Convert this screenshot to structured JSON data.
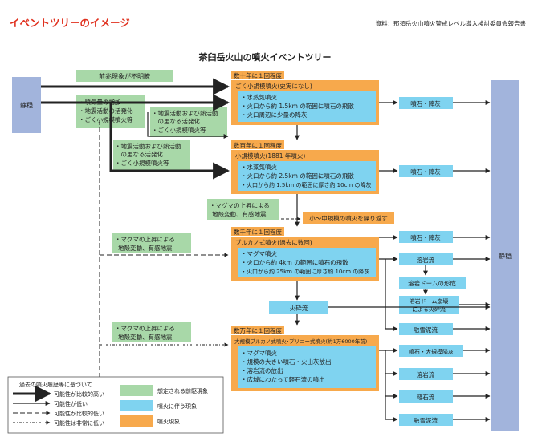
{
  "header": {
    "image_title": "イベントツリーのイメージ",
    "source": "資料：那須岳火山噴火警戒レベル導入検討委員会報告書"
  },
  "diagram_title": "茶臼岳火山の噴火イベントツリー",
  "start_node": "静穏",
  "end_node": "静穏",
  "labels": {
    "unclear": "前兆現象が不明瞭",
    "precursor_1": [
      "・噴気量の増加",
      "・地震活動の活発化",
      "・ごく小規模噴火等"
    ],
    "precursor_2": [
      "・地震活動および熱活動",
      "　の更なる活発化",
      "・ごく小規模噴火等"
    ],
    "precursor_3": [
      "・地震活動および熱活動",
      "　の更なる活発化",
      "・ごく小規模噴火等"
    ],
    "magma_1": [
      "・マグマの上昇による",
      "地殻変動、有感地震"
    ],
    "magma_2": [
      "・マグマの上昇による",
      "地殻変動、有感地震"
    ],
    "magma_3": [
      "・マグマの上昇による",
      "地殻変動、有感地震"
    ],
    "repeat_note": "小〜中規模の噴火を繰り返す"
  },
  "eruptions": [
    {
      "freq": "数十年に１回程度",
      "name": "ごく小規模噴火(史実になし)",
      "details": [
        "・水蒸気噴火",
        "・火口から約 1.5km の範囲に噴石の飛散",
        "・火口周辺に少量の降灰"
      ]
    },
    {
      "freq": "数百年に１回程度",
      "name": "小規模噴火(1881 年噴火)",
      "details": [
        "・水蒸気噴火",
        "・火口から約 2.5km の範囲に噴石の飛散",
        "・火口から約 1.5km の範囲に厚さ約 10cm の降灰"
      ]
    },
    {
      "freq": "数千年に１回程度",
      "name": "ブルカノ式噴火(過去に数回)",
      "details": [
        "・マグマ噴火",
        "・火口から約 4km の範囲に噴石の飛散",
        "・火口から約 25km の範囲に厚さ約 10cm の降灰"
      ]
    },
    {
      "freq": "数万年に１回程度",
      "name": "大規模ブルカノ式噴火･プリニー式噴火(約1万6000年前)",
      "details": [
        "・マグマ噴火",
        "・規模の大きい噴石・火山灰放出",
        "・溶岩流の放出",
        "・広域にわたって軽石流の噴出"
      ]
    }
  ],
  "phenomena": {
    "ash_1": "噴石・降灰",
    "ash_2": "噴石・降灰",
    "ash_3": "噴石・降灰",
    "lava_3": "溶岩流",
    "dome": "溶岩ドームの形成",
    "dome_collapse": [
      "溶岩ドーム崩壊",
      "による火砕流"
    ],
    "pyroclastic": "火砕流",
    "lahar_3": "融雪泥流",
    "large_ash": "噴石・大規模降灰",
    "lava_4": "溶岩流",
    "pumice": "軽石流",
    "lahar_4": "融雪泥流"
  },
  "legend": {
    "title": "過去の噴火履歴等に基づいて",
    "line_items": [
      "可能性が比較的高い",
      "可能性が低い",
      "可能性が比較的低い",
      "可能性は非常に低い"
    ],
    "color_items": [
      "想定される前駆現象",
      "噴火に伴う現象",
      "噴火現象"
    ]
  },
  "colors": {
    "green": "#a8d8a8",
    "cyan": "#7fd3f0",
    "orange": "#f7a94c",
    "lavender": "#a2b4dc",
    "red": "#e0301e"
  }
}
